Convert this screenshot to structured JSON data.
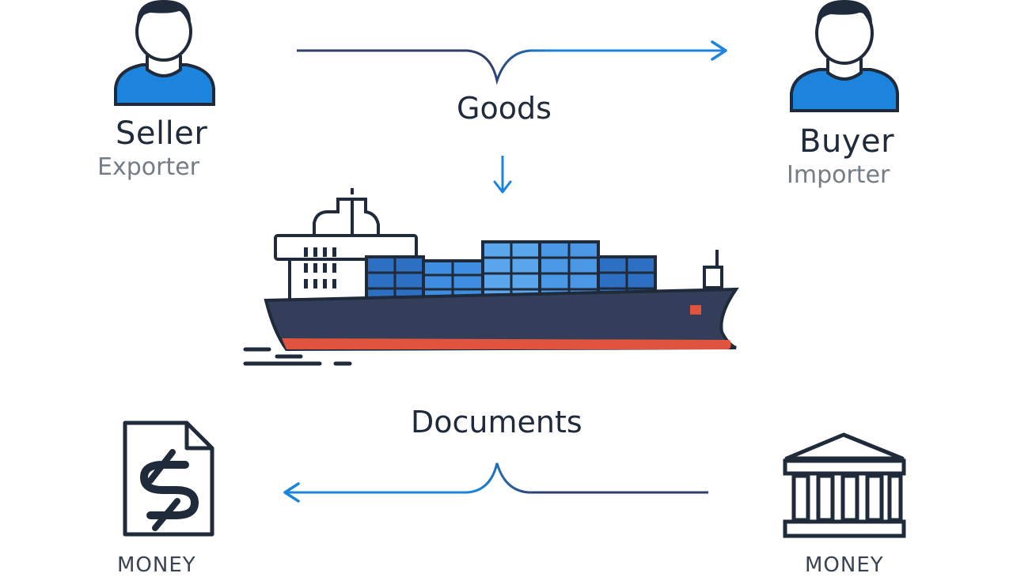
{
  "seller": {
    "title": "Seller",
    "role": "Exporter"
  },
  "buyer": {
    "title": "Buyer",
    "role": "Importer"
  },
  "flows": {
    "goods": "Goods",
    "documents": "Documents"
  },
  "money_left": "MONEY",
  "money_right": "MONEY",
  "colors": {
    "accent_blue": "#1c84dc",
    "dark_navy": "#1f2a3a",
    "hull_navy": "#333f5a",
    "hull_stripe": "#e0533d",
    "arrow_navy": "#2f3e6b"
  },
  "icons": {
    "seller": "person-icon",
    "buyer": "person-icon",
    "ship": "cargo-ship-icon",
    "document": "money-document-icon",
    "bank": "bank-icon"
  }
}
